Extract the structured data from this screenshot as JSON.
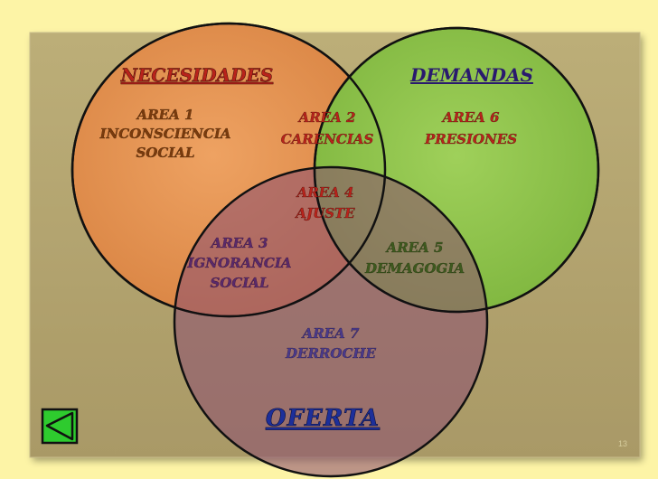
{
  "diagram": {
    "circles": {
      "necesidades": {
        "title": "NECESIDADES",
        "color": "#e4934f"
      },
      "demandas": {
        "title": "DEMANDAS",
        "color": "#8ec34a"
      },
      "oferta": {
        "title": "OFERTA",
        "color": "#a25e79"
      }
    },
    "areas": [
      {
        "line1": "AREA 1",
        "line2": "INCONSCIENCIA",
        "line3": "SOCIAL"
      },
      {
        "line1": "AREA 2",
        "line2": "CARENCIAS"
      },
      {
        "line1": "AREA 6",
        "line2": "PRESIONES"
      },
      {
        "line1": "AREA 4",
        "line2": "AJUSTE"
      },
      {
        "line1": "AREA 3",
        "line2": "IGNORANCIA",
        "line3": "SOCIAL"
      },
      {
        "line1": "AREA 5",
        "line2": "DEMAGOGIA"
      },
      {
        "line1": "AREA 7",
        "line2": "DERROCHE"
      }
    ]
  },
  "slide_number": "13",
  "colors": {
    "frame": "#fdf4a6",
    "panel": "#b3a36e",
    "nav_button": "#2ecb2e"
  },
  "nav": {
    "icon": "back-triangle-icon"
  }
}
